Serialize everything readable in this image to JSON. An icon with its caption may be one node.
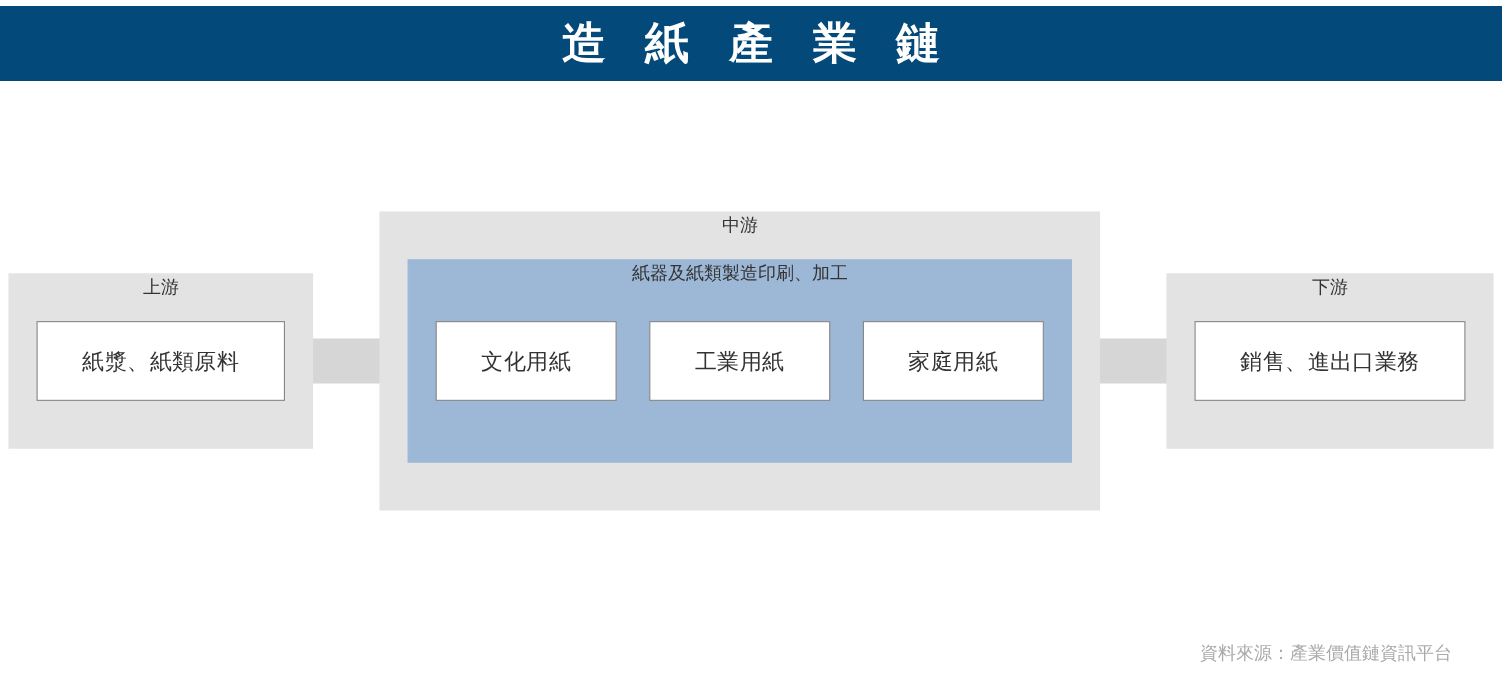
{
  "diagram": {
    "title": "造紙產業鏈",
    "nodes": [
      {
        "text": [
          "上游"
        ]
      },
      {
        "text": [
          "紙漿、紙類原料"
        ],
        "in": 0
      },
      {
        "text": [
          "中游"
        ]
      },
      {
        "text": [
          "紙器及紙類製造印刷、加工"
        ],
        "in": 2
      },
      {
        "text": [
          "文化用紙"
        ],
        "in": 3
      },
      {
        "text": [
          "工業用紙"
        ],
        "in": 3
      },
      {
        "text": [
          "家庭用紙"
        ],
        "in": 3
      },
      {
        "text": [
          "下游"
        ]
      },
      {
        "text": [
          "銷售、進出口業務"
        ],
        "in": 7
      }
    ],
    "edges": [
      {
        "from": 0,
        "to": 2,
        "arrow": "none"
      },
      {
        "from": 2,
        "to": 7,
        "arrow": "none"
      }
    ],
    "caption": "資料來源：產業價值鏈資訊平台"
  }
}
